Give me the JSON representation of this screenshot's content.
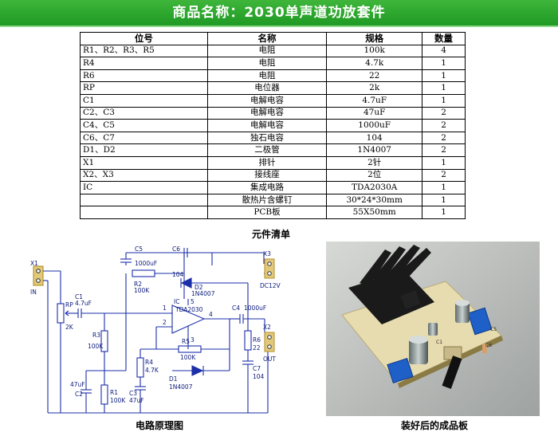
{
  "banner": {
    "title": "商品名称：2030单声道功放套件"
  },
  "table": {
    "headers": [
      "位号",
      "名称",
      "规格",
      "数量"
    ],
    "rows": [
      [
        "R1、R2、R3、R5",
        "电阻",
        "100k",
        "4"
      ],
      [
        "R4",
        "电阻",
        "4.7k",
        "1"
      ],
      [
        "R6",
        "电阻",
        "22",
        "1"
      ],
      [
        "RP",
        "电位器",
        "2k",
        "1"
      ],
      [
        "C1",
        "电解电容",
        "4.7uF",
        "1"
      ],
      [
        "C2、C3",
        "电解电容",
        "47uF",
        "2"
      ],
      [
        "C4、C5",
        "电解电容",
        "1000uF",
        "2"
      ],
      [
        "C6、C7",
        "独石电容",
        "104",
        "2"
      ],
      [
        "D1、D2",
        "二极管",
        "1N4007",
        "2"
      ],
      [
        "X1",
        "排针",
        "2针",
        "1"
      ],
      [
        "X2、X3",
        "接线座",
        "2位",
        "2"
      ],
      [
        "IC",
        "集成电路",
        "TDA2030A",
        "1"
      ],
      [
        "",
        "散热片含螺钉",
        "30*24*30mm",
        "1"
      ],
      [
        "",
        "PCB板",
        "55X50mm",
        "1"
      ]
    ]
  },
  "captions": {
    "table": "元件清单",
    "schematic": "电路原理图",
    "photo": "装好后的成品板"
  },
  "schematic": {
    "x1": "X1",
    "in": "IN",
    "rp": "RP",
    "rp_val": "2K",
    "c1": "C1",
    "c1_val": "4.7uF",
    "c5": "C5",
    "c5_val": "1000uF",
    "c6": "C6",
    "c6_val": "104",
    "r2": "R2",
    "r2_val": "100K",
    "d2": "D2",
    "d2_val": "1N4007",
    "ic": "IC",
    "ic_val": "TDA2030",
    "pin1": "1",
    "pin2": "2",
    "pin3": "3",
    "pin4": "4",
    "pin5": "5",
    "r3": "R3",
    "r3_val": "100K",
    "r5": "R5",
    "r5_val": "100K",
    "r4": "R4",
    "r4_val": "4.7K",
    "d1": "D1",
    "d1_val": "1N4007",
    "c2": "C2",
    "c2_val": "47uF",
    "r1": "R1",
    "r1_val": "100K",
    "c3": "C3",
    "c3_val": "47uF",
    "c4": "C4",
    "c4_val": "1000uF",
    "r6": "R6",
    "r6_val": "22",
    "c7": "C7",
    "c7_val": "104",
    "x3": "X3",
    "dc": "DC12V",
    "x2": "X2",
    "out": "OUT"
  },
  "photo": {
    "c1_silk": "C1",
    "c5_silk": "C5",
    "c6_silk": "C6"
  },
  "colors": {
    "banner": "#22a127",
    "wire": "#1b2fa8",
    "heatsink": "#1a1a1a",
    "pcb": "#e7dcb0",
    "terminal": "#1f5fc8"
  }
}
